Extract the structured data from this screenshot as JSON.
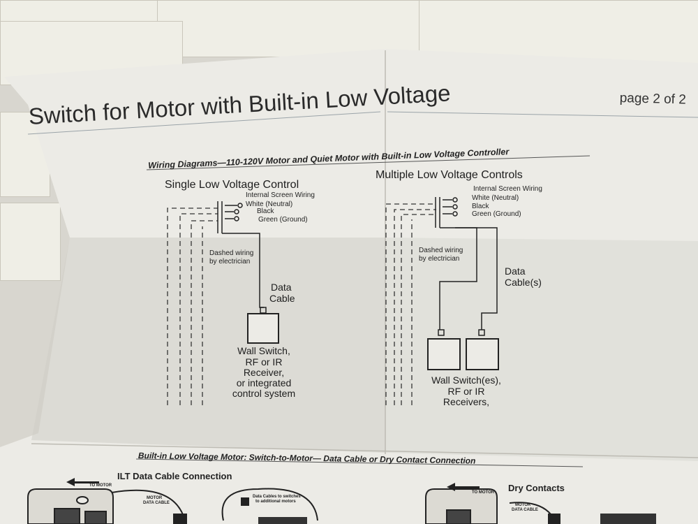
{
  "header": {
    "title": "Switch for Motor with Built-in Low Voltage",
    "page": "page 2 of 2"
  },
  "wiring": {
    "heading": "Wiring Diagrams—110-120V Motor and Quiet Motor with Built-in Low Voltage Controller",
    "single": {
      "title": "Single Low Voltage Control",
      "internal": "Internal Screen Wiring",
      "white": "White (Neutral)",
      "black": "Black",
      "green": "Green (Ground)",
      "dashed": [
        "Dashed wiring",
        "by electrician"
      ],
      "cable": [
        "Data",
        "Cable"
      ],
      "device": [
        "Wall Switch,",
        "RF or IR",
        "Receiver,",
        "or integrated",
        "control system"
      ]
    },
    "multiple": {
      "title": "Multiple Low Voltage Controls",
      "internal": "Internal Screen Wiring",
      "white": "White (Neutral)",
      "black": "Black",
      "green": "Green (Ground)",
      "dashed": [
        "Dashed wiring",
        "by electrician"
      ],
      "cable": [
        "Data",
        "Cable(s)"
      ],
      "device": [
        "Wall Switch(es),",
        "RF or IR",
        "Receivers,"
      ]
    }
  },
  "bottom": {
    "heading": "Built-in Low Voltage Motor: Switch-to-Motor— Data Cable or Dry Contact Connection",
    "ilt_title": "ILT Data Cable Connection",
    "dry_title": "Dry Contacts",
    "to_motor": "TO MOTOR",
    "motor_data_cable": [
      "MOTOR",
      "DATA CABLE"
    ],
    "data_cables_note": [
      "Data Cables to switches",
      "to additional motors"
    ]
  },
  "colors": {
    "paper": "#ecebe6",
    "ink": "#1d1d1d",
    "background": "#d8d6cf"
  }
}
